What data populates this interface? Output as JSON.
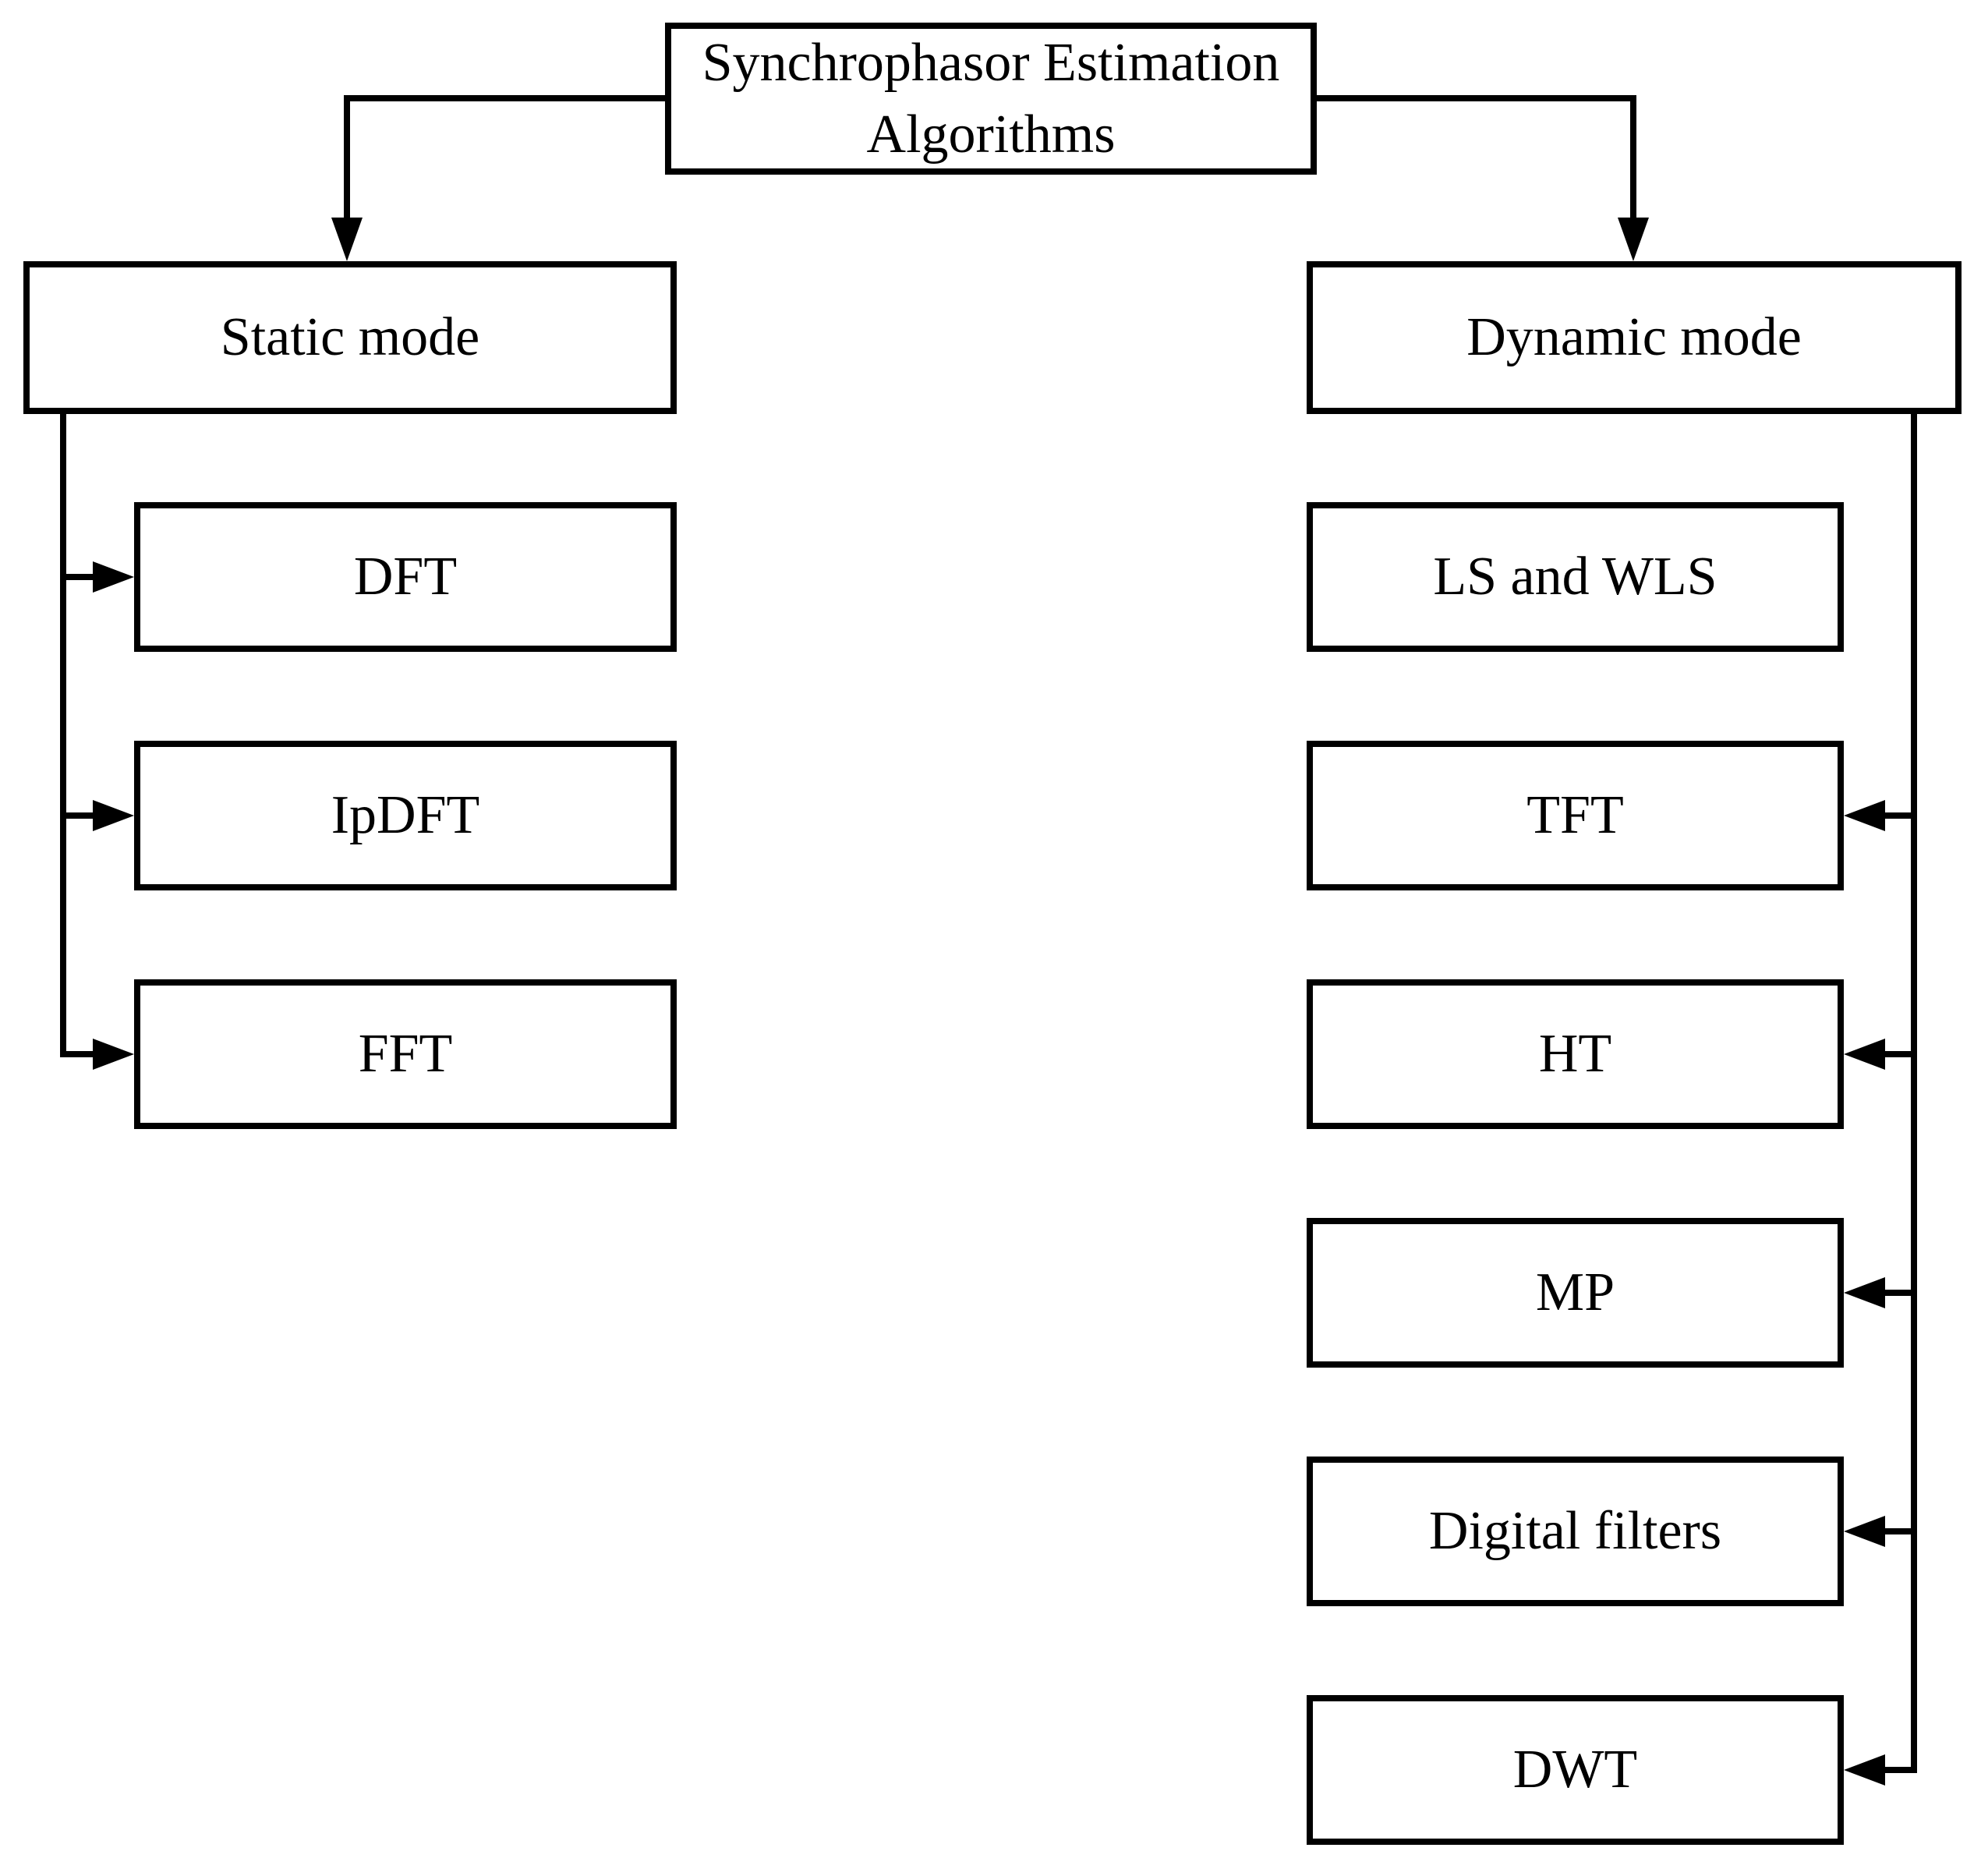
{
  "diagram": {
    "type": "flowchart",
    "background_color": "#ffffff",
    "line_color": "#000000",
    "text_color": "#000000",
    "root": {
      "label": "Synchrophasor Estimation Algorithms",
      "lines": [
        "Synchrophasor Estimation",
        "Algorithms"
      ]
    },
    "branches": [
      {
        "label": "Static mode",
        "children": [
          {
            "label": "DFT",
            "arrow_from_spine": true
          },
          {
            "label": "IpDFT",
            "arrow_from_spine": true
          },
          {
            "label": "FFT",
            "arrow_from_spine": true
          }
        ]
      },
      {
        "label": "Dynamic mode",
        "children": [
          {
            "label": "LS and WLS",
            "arrow_from_spine": false
          },
          {
            "label": "TFT",
            "arrow_from_spine": true
          },
          {
            "label": "HT",
            "arrow_from_spine": true
          },
          {
            "label": "MP",
            "arrow_from_spine": true
          },
          {
            "label": "Digital filters",
            "arrow_from_spine": true
          },
          {
            "label": "DWT",
            "arrow_from_spine": true
          }
        ]
      }
    ]
  }
}
